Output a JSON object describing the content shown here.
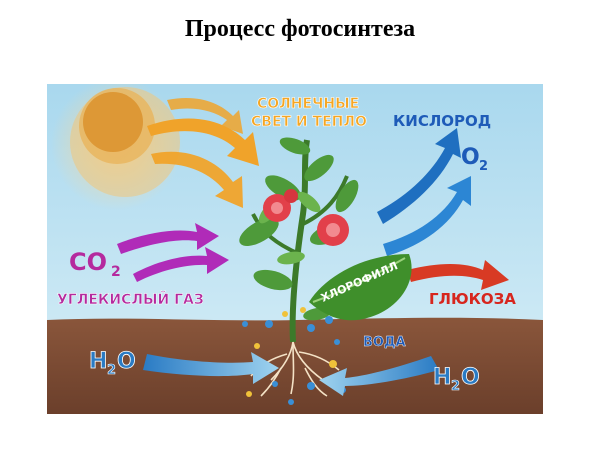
{
  "title": "Процесс фотосинтеза",
  "labels": {
    "sun_line1": "СОЛНЕЧНЫЕ",
    "sun_line2": "СВЕТ И ТЕПЛО",
    "oxygen": "КИСЛОРОД",
    "oxygen_formula_main": "O",
    "oxygen_formula_sub": "2",
    "co2_main": "CO",
    "co2_sub": "2",
    "co2_name": "УГЛЕКИСЛЫЙ ГАЗ",
    "chlorophyll": "ХЛОРОФИЛЛ",
    "glucose": "ГЛЮКОЗА",
    "water": "ВОДА",
    "h2o_left_h": "H",
    "h2o_left_sub": "2",
    "h2o_left_o": "O",
    "h2o_right_h": "H",
    "h2o_right_sub": "2",
    "h2o_right_o": "O"
  },
  "colors": {
    "sky": "#bfe3f1",
    "soil": "#7a4a33",
    "sun": "#d99a3a",
    "sun_glow": "#f1d08c",
    "orange_arrow": "#f0a32a",
    "purple_arrow": "#b02bb8",
    "blue_arrow": "#1f6fc0",
    "red_arrow": "#d83a24",
    "leaf": "#4e9a3a",
    "flower": "#e2404a",
    "label_orange": "#f5a623",
    "label_blue": "#1e5bb8",
    "label_purple": "#b52a9e",
    "label_red": "#d7261e",
    "label_green": "#3f8f2b"
  }
}
